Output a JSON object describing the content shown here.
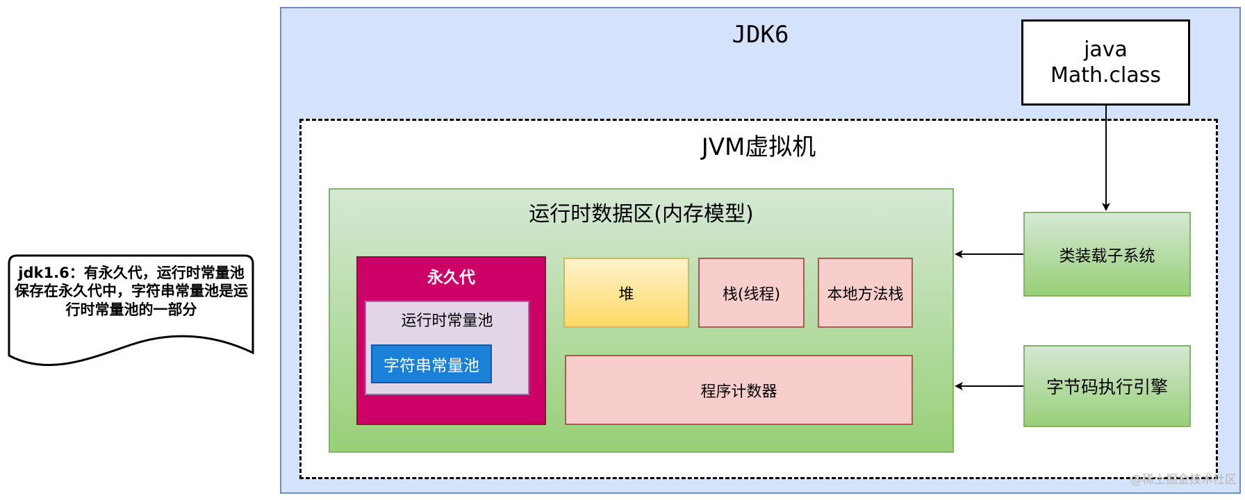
{
  "diagram": {
    "jdk_title": "JDK6",
    "math_class": {
      "line1": "java",
      "line2": "Math.class"
    },
    "jvm_title": "JVM虚拟机",
    "runtime_data_area": {
      "title": "运行时数据区(内存模型)",
      "permanent_generation": {
        "title": "永久代",
        "runtime_constant_pool": "运行时常量池",
        "string_constant_pool": "字符串常量池"
      },
      "heap": "堆",
      "stack": "栈(线程)",
      "native_method_stack": "本地方法栈",
      "program_counter": "程序计数器"
    },
    "class_loader": "类装载子系统",
    "execution_engine": "字节码执行引擎",
    "note": "jdk1.6：有永久代，运行时常量池保存在永久代中，字符串常量池是运行时常量池的一部分",
    "watermark": "@稀土掘金技术社区"
  },
  "colors": {
    "jdk_bg": "#d4e3fb",
    "green_box": "#97d077",
    "permanent_generation": "#cc0066",
    "runtime_constant_pool": "#e1d5e7",
    "string_constant_pool": "#1b80d8",
    "heap": "#ffd966",
    "red_box": "#f8cecc"
  }
}
